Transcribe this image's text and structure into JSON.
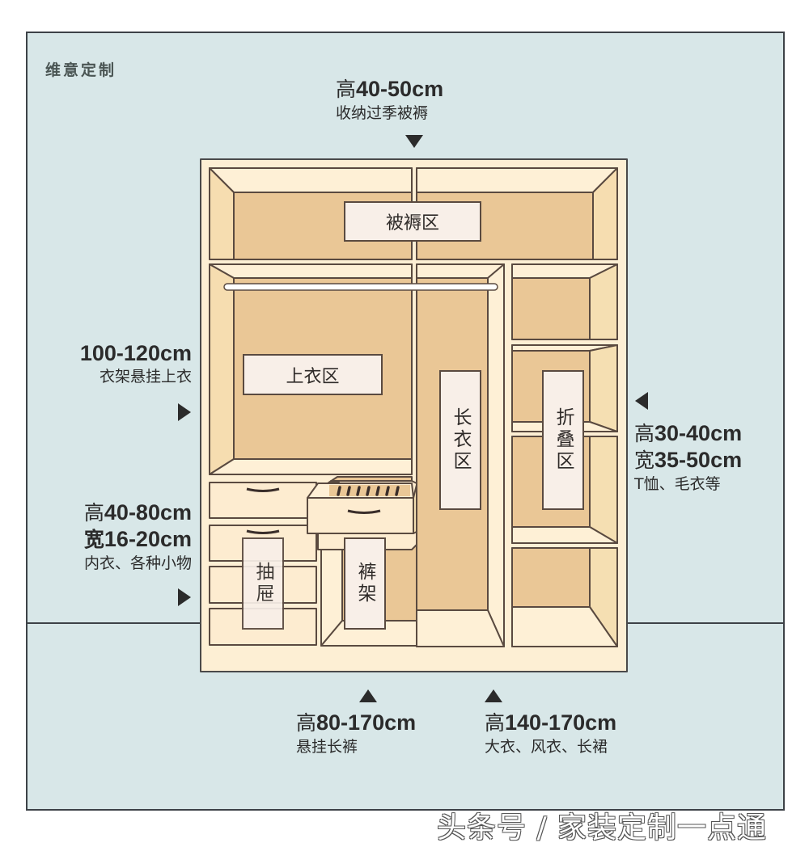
{
  "brand": "维意定制",
  "colors": {
    "background_panel": "#d8e7e8",
    "frame_border": "#3d4247",
    "wardrobe_body": "#fdefd4",
    "interior_back": "#eac796",
    "interior_side": "#f5dfb2",
    "tag_fill": "#f8efe8",
    "outline": "#5a4a40"
  },
  "annotations": {
    "top": {
      "prefix": "高",
      "size": "40-50cm",
      "desc": "收纳过季被褥",
      "arrow": "down"
    },
    "left_upper": {
      "size": "100-120cm",
      "desc": "衣架悬挂上衣",
      "arrow": "right"
    },
    "left_lower": {
      "line1_prefix": "高",
      "line1": "40-80cm",
      "line2_prefix": "宽",
      "line2": "16-20cm",
      "desc": "内衣、各种小物",
      "arrow": "right"
    },
    "right": {
      "line1_prefix": "高",
      "line1": "30-40cm",
      "line2_prefix": "宽",
      "line2": "35-50cm",
      "desc": "T恤、毛衣等",
      "arrow": "left"
    },
    "bottom_left": {
      "prefix": "高",
      "size": "80-170cm",
      "desc": "悬挂长裤",
      "arrow": "up"
    },
    "bottom_right": {
      "prefix": "高",
      "size": "140-170cm",
      "desc": "大衣、风衣、长裙",
      "arrow": "up"
    }
  },
  "zones": {
    "bedding": "被褥区",
    "tops": "上衣区",
    "long_coats": "长衣区",
    "folding": "折叠区",
    "drawers": "抽屉",
    "pants_rack": "裤架"
  },
  "watermark": "头条号 / 家装定制一点通"
}
